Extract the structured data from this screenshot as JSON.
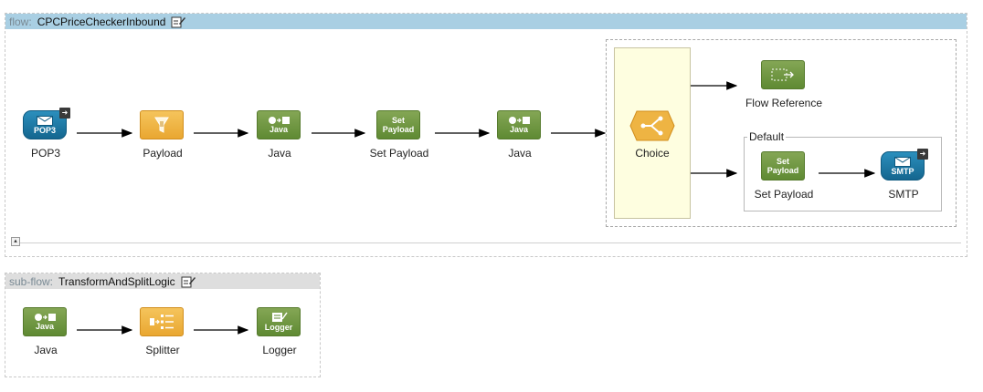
{
  "main_flow": {
    "keyword": "flow:",
    "name": "CPCPriceCheckerInbound",
    "nodes": {
      "pop3": {
        "label": "POP3",
        "icon_text": "POP3"
      },
      "payload_filter": {
        "label": "Payload"
      },
      "java1": {
        "label": "Java",
        "icon_text": "Java"
      },
      "set_payload1": {
        "label": "Set Payload",
        "icon_text_1": "Set",
        "icon_text_2": "Payload"
      },
      "java2": {
        "label": "Java",
        "icon_text": "Java"
      },
      "choice": {
        "label": "Choice"
      },
      "flow_reference": {
        "label": "Flow Reference"
      },
      "default_label": "Default",
      "set_payload2": {
        "label": "Set Payload",
        "icon_text_1": "Set",
        "icon_text_2": "Payload"
      },
      "smtp": {
        "label": "SMTP",
        "icon_text": "SMTP"
      }
    }
  },
  "sub_flow": {
    "keyword": "sub-flow:",
    "name": "TransformAndSplitLogic",
    "nodes": {
      "java": {
        "label": "Java",
        "icon_text": "Java"
      },
      "splitter": {
        "label": "Splitter"
      },
      "logger": {
        "label": "Logger",
        "icon_text": "Logger"
      }
    }
  },
  "colors": {
    "header_main": "#a9cfe3",
    "header_sub": "#dedede",
    "choice_fill": "#fefee0",
    "green": "#6f9744",
    "orange": "#eeb443",
    "teal": "#1a7aa8"
  }
}
